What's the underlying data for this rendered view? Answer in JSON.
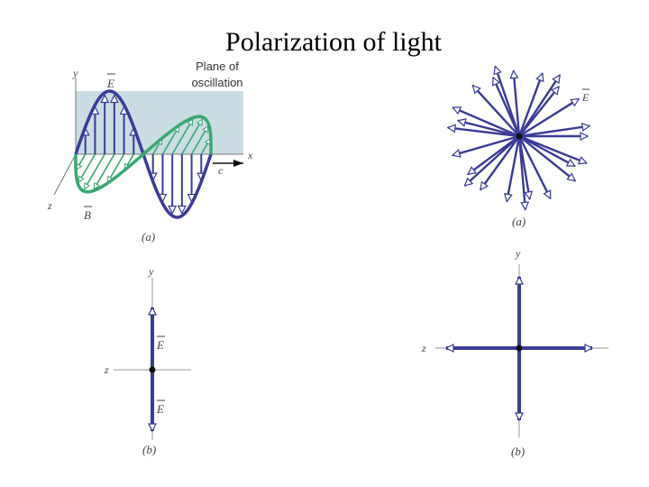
{
  "title": "Polarization of light",
  "colors": {
    "electric_field": "#3b3b98",
    "magnetic_field": "#3aa873",
    "plane": "#c9dde3",
    "axis": "#777777"
  },
  "figure_top_left": {
    "axis_y": "y",
    "axis_x": "x",
    "axis_z": "z",
    "vector_e": "E",
    "vector_b": "B",
    "speed": "c",
    "plane_line1": "Plane of",
    "plane_line2": "oscillation",
    "caption": "(a)"
  },
  "figure_top_right": {
    "vector_e": "E",
    "caption": "(a)"
  },
  "figure_bottom_left": {
    "axis_y": "y",
    "axis_z": "z",
    "vector_e_top": "E",
    "vector_e_bottom": "E",
    "caption": "(b)"
  },
  "figure_bottom_right": {
    "axis_y": "y",
    "axis_z": "z",
    "caption": "(b)"
  }
}
